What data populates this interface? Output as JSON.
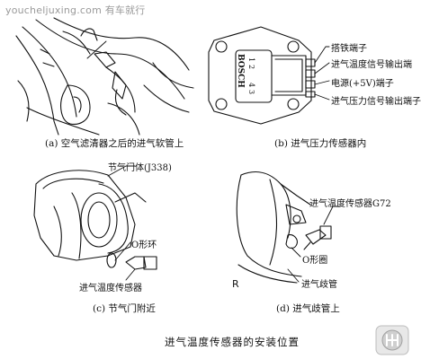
{
  "watermark": "youcheljuxing.com 有车就行",
  "panels": {
    "a": {
      "caption": "(a) 空气滤清器之后的进气软管上"
    },
    "b": {
      "caption": "(b) 进气压力传感器内",
      "sensor_text": "BOSCH",
      "pin_numbers": [
        "4",
        "3",
        "2",
        "1"
      ],
      "labels": [
        "搭铁端子",
        "进气温度信号输出端",
        "电源(+5V)端子",
        "进气压力信号输出端子"
      ]
    },
    "c": {
      "caption": "(c) 节气门附近",
      "labels": [
        "节气门体(J338)",
        "O形环",
        "进气温度传感器"
      ]
    },
    "d": {
      "caption": "(d) 进气歧管上",
      "labels": [
        "进气温度传感器G72",
        "O形圈",
        "进气歧管"
      ],
      "mark": "R"
    }
  },
  "main_title": "进气温度传感器的安装位置"
}
